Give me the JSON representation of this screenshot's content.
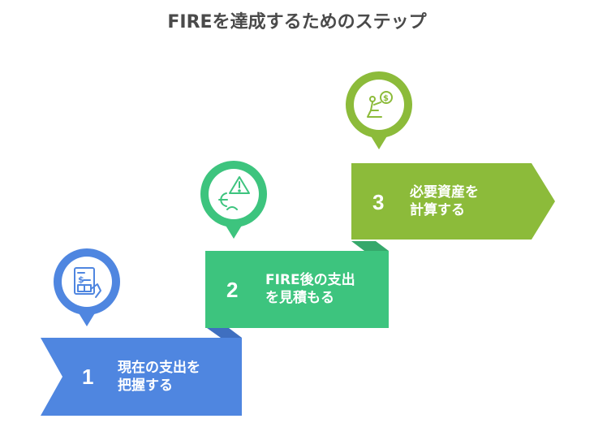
{
  "title": "FIREを達成するためのステップ",
  "colors": {
    "step1": "#4f86e0",
    "step2": "#3dc47e",
    "step3": "#8cbb3a",
    "fold1": "#3f6fc0",
    "fold2": "#35a86b"
  },
  "steps": [
    {
      "number": "1",
      "line1": "現在の支出を",
      "line2": "把握する",
      "icon": "budget-calculator-icon"
    },
    {
      "number": "2",
      "line1": "FIRE後の支出",
      "line2": "を見積もる",
      "icon": "expense-warning-icon"
    },
    {
      "number": "3",
      "line1": "必要資産を",
      "line2": "計算する",
      "icon": "person-money-icon"
    }
  ]
}
